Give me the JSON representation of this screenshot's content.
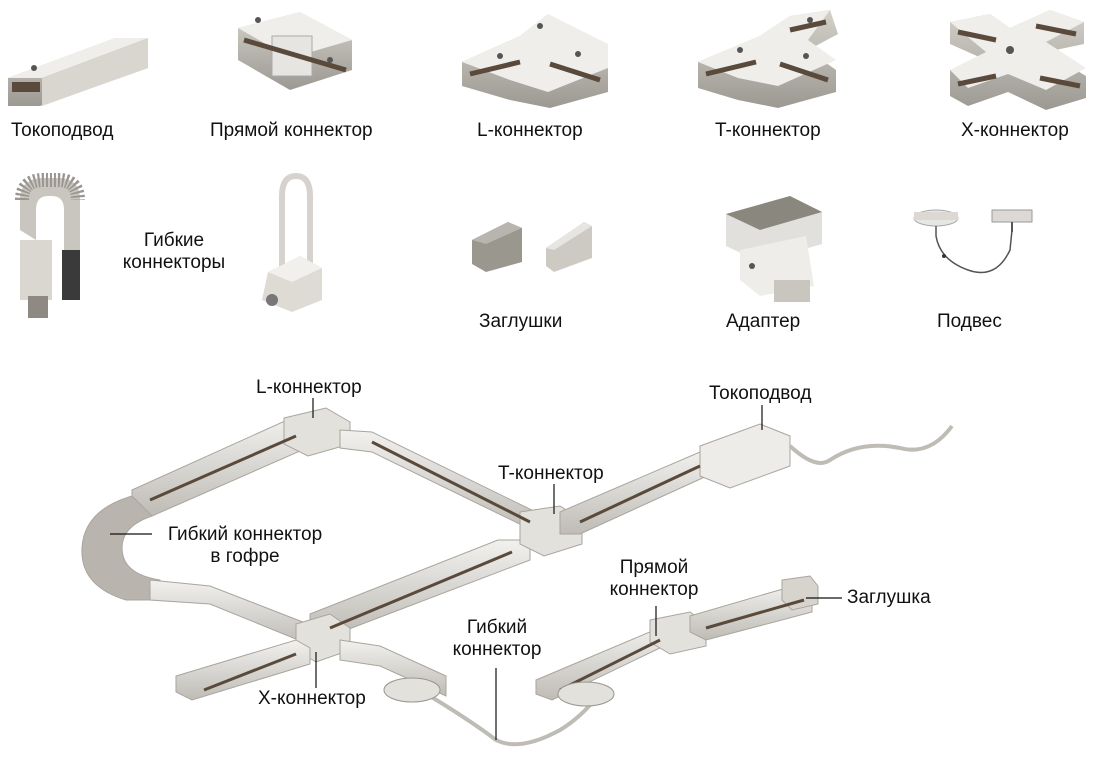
{
  "catalog": {
    "row1": [
      {
        "key": "feed",
        "label": "Токоподвод"
      },
      {
        "key": "straight",
        "label": "Прямой коннектор"
      },
      {
        "key": "l",
        "label": "L-коннектор"
      },
      {
        "key": "t",
        "label": "T-коннектор"
      },
      {
        "key": "x",
        "label": "X-коннектор"
      }
    ],
    "row2": [
      {
        "key": "flex",
        "label_line1": "Гибкие",
        "label_line2": "коннекторы"
      },
      {
        "key": "caps",
        "label": "Заглушки"
      },
      {
        "key": "adapter",
        "label": "Адаптер"
      },
      {
        "key": "suspension",
        "label": "Подвес"
      }
    ]
  },
  "assembly": {
    "l_connector": "L-коннектор",
    "feed": "Токоподвод",
    "t_connector": "T-коннектор",
    "corrugated_line1": "Гибкий коннектор",
    "corrugated_line2": "в гофре",
    "straight_line1": "Прямой",
    "straight_line2": "коннектор",
    "end_cap": "Заглушка",
    "flex_line1": "Гибкий",
    "flex_line2": "коннектор",
    "x_connector": "X-коннектор"
  },
  "colors": {
    "rail": "#e8e6e2",
    "rail_dark": "#b9b6b0",
    "slot": "#5a4a3c",
    "metal": "#cfcdc8"
  }
}
